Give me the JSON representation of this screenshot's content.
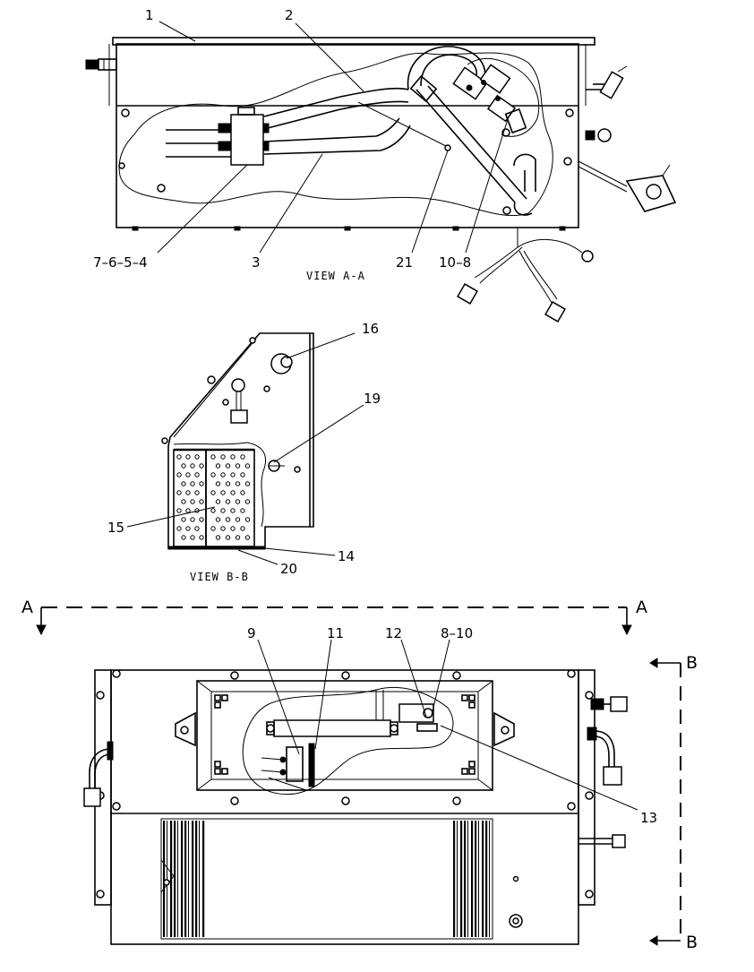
{
  "views": {
    "view_a": {
      "title": "VIEW A-A"
    },
    "view_b": {
      "title": "VIEW B-B"
    }
  },
  "section_markers": {
    "a_left": "A",
    "a_right": "A",
    "b_top": "B",
    "b_bottom": "B"
  },
  "callouts": {
    "c1": "1",
    "c2": "2",
    "c3": "3",
    "c7654": "7–6–5–4",
    "c21": "21",
    "c108": "10–8",
    "c16": "16",
    "c19": "19",
    "c15": "15",
    "c14": "14",
    "c20": "20",
    "c9": "9",
    "c11": "11",
    "c12": "12",
    "c810": "8–10",
    "c13": "13"
  }
}
